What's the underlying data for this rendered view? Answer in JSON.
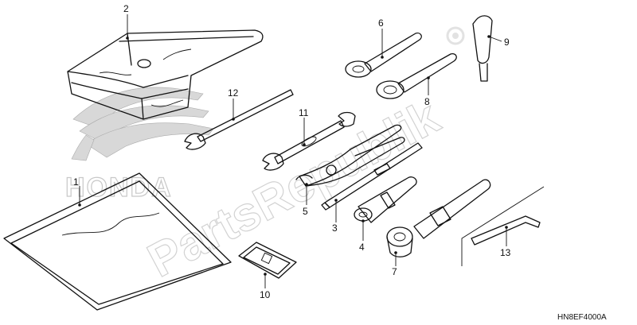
{
  "watermark": {
    "brand_text": "HONDA",
    "site_text": "PartsRepublik"
  },
  "reference_code": "HN8EF4000A",
  "callouts": [
    {
      "id": "p1",
      "label": "1",
      "part": "tool-bag-flat-icon"
    },
    {
      "id": "p2",
      "label": "2",
      "part": "tool-roll-bag-icon"
    },
    {
      "id": "p3",
      "label": "3",
      "part": "screwdriver-icon"
    },
    {
      "id": "p4",
      "label": "4",
      "part": "socket-wrench-small-icon"
    },
    {
      "id": "p5",
      "label": "5",
      "part": "pliers-icon"
    },
    {
      "id": "p6",
      "label": "6",
      "part": "spanner-small-icon"
    },
    {
      "id": "p7",
      "label": "7",
      "part": "socket-wrench-large-icon"
    },
    {
      "id": "p8",
      "label": "8",
      "part": "spanner-large-icon"
    },
    {
      "id": "p9",
      "label": "9",
      "part": "spark-plug-tool-icon"
    },
    {
      "id": "p10",
      "label": "10",
      "part": "strap-icon"
    },
    {
      "id": "p11",
      "label": "11",
      "part": "double-open-wrench-icon"
    },
    {
      "id": "p12",
      "label": "12",
      "part": "open-end-wrench-icon"
    },
    {
      "id": "p13",
      "label": "13",
      "part": "hex-key-icon"
    }
  ]
}
